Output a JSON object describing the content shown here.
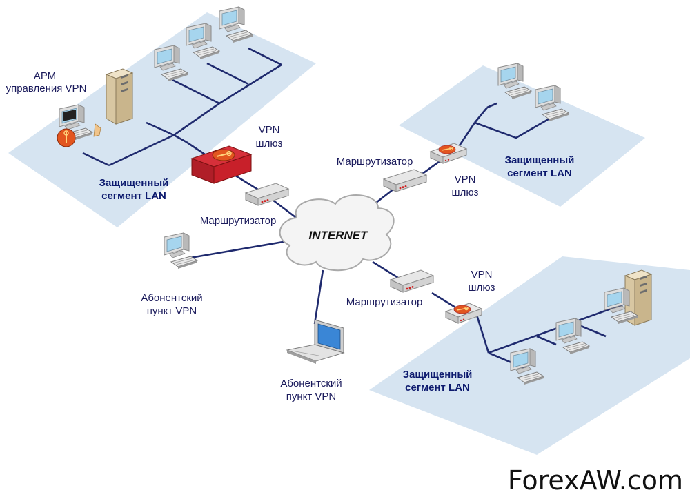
{
  "labels": {
    "arm_line1": "АРМ",
    "arm_line2": "управления VPN",
    "vpn_gateway_top_line1": "VPN",
    "vpn_gateway_top_line2": "шлюз",
    "segment_top_left_line1": "Защищенный",
    "segment_top_left_line2": "сегмент LAN",
    "router_left": "Маршрутизатор",
    "router_top_right": "Маршрутизатор",
    "vpn_gateway_right_line1": "VPN",
    "vpn_gateway_right_line2": "шлюз",
    "segment_right_line1": "Защищенный",
    "segment_right_line2": "сегмент LAN",
    "internet": "INTERNET",
    "subscriber_left_line1": "Абонентский",
    "subscriber_left_line2": "пункт VPN",
    "subscriber_bottom_line1": "Абонентский",
    "subscriber_bottom_line2": "пункт VPN",
    "router_bottom_right": "Маршрутизатор",
    "vpn_gateway_bottom_line1": "VPN",
    "vpn_gateway_bottom_line2": "шлюз",
    "segment_bottom_line1": "Защищенный",
    "segment_bottom_line2": "сегмент LAN"
  },
  "watermark": "ForexAW.com",
  "colors": {
    "segment_fill": "#d6e4f1",
    "link_line": "#1f2a6e",
    "device_gray": "#d9d9d9",
    "gateway_red": "#c8202a",
    "key_badge": "#e2551f",
    "screen_blue": "#9fd0ea"
  }
}
